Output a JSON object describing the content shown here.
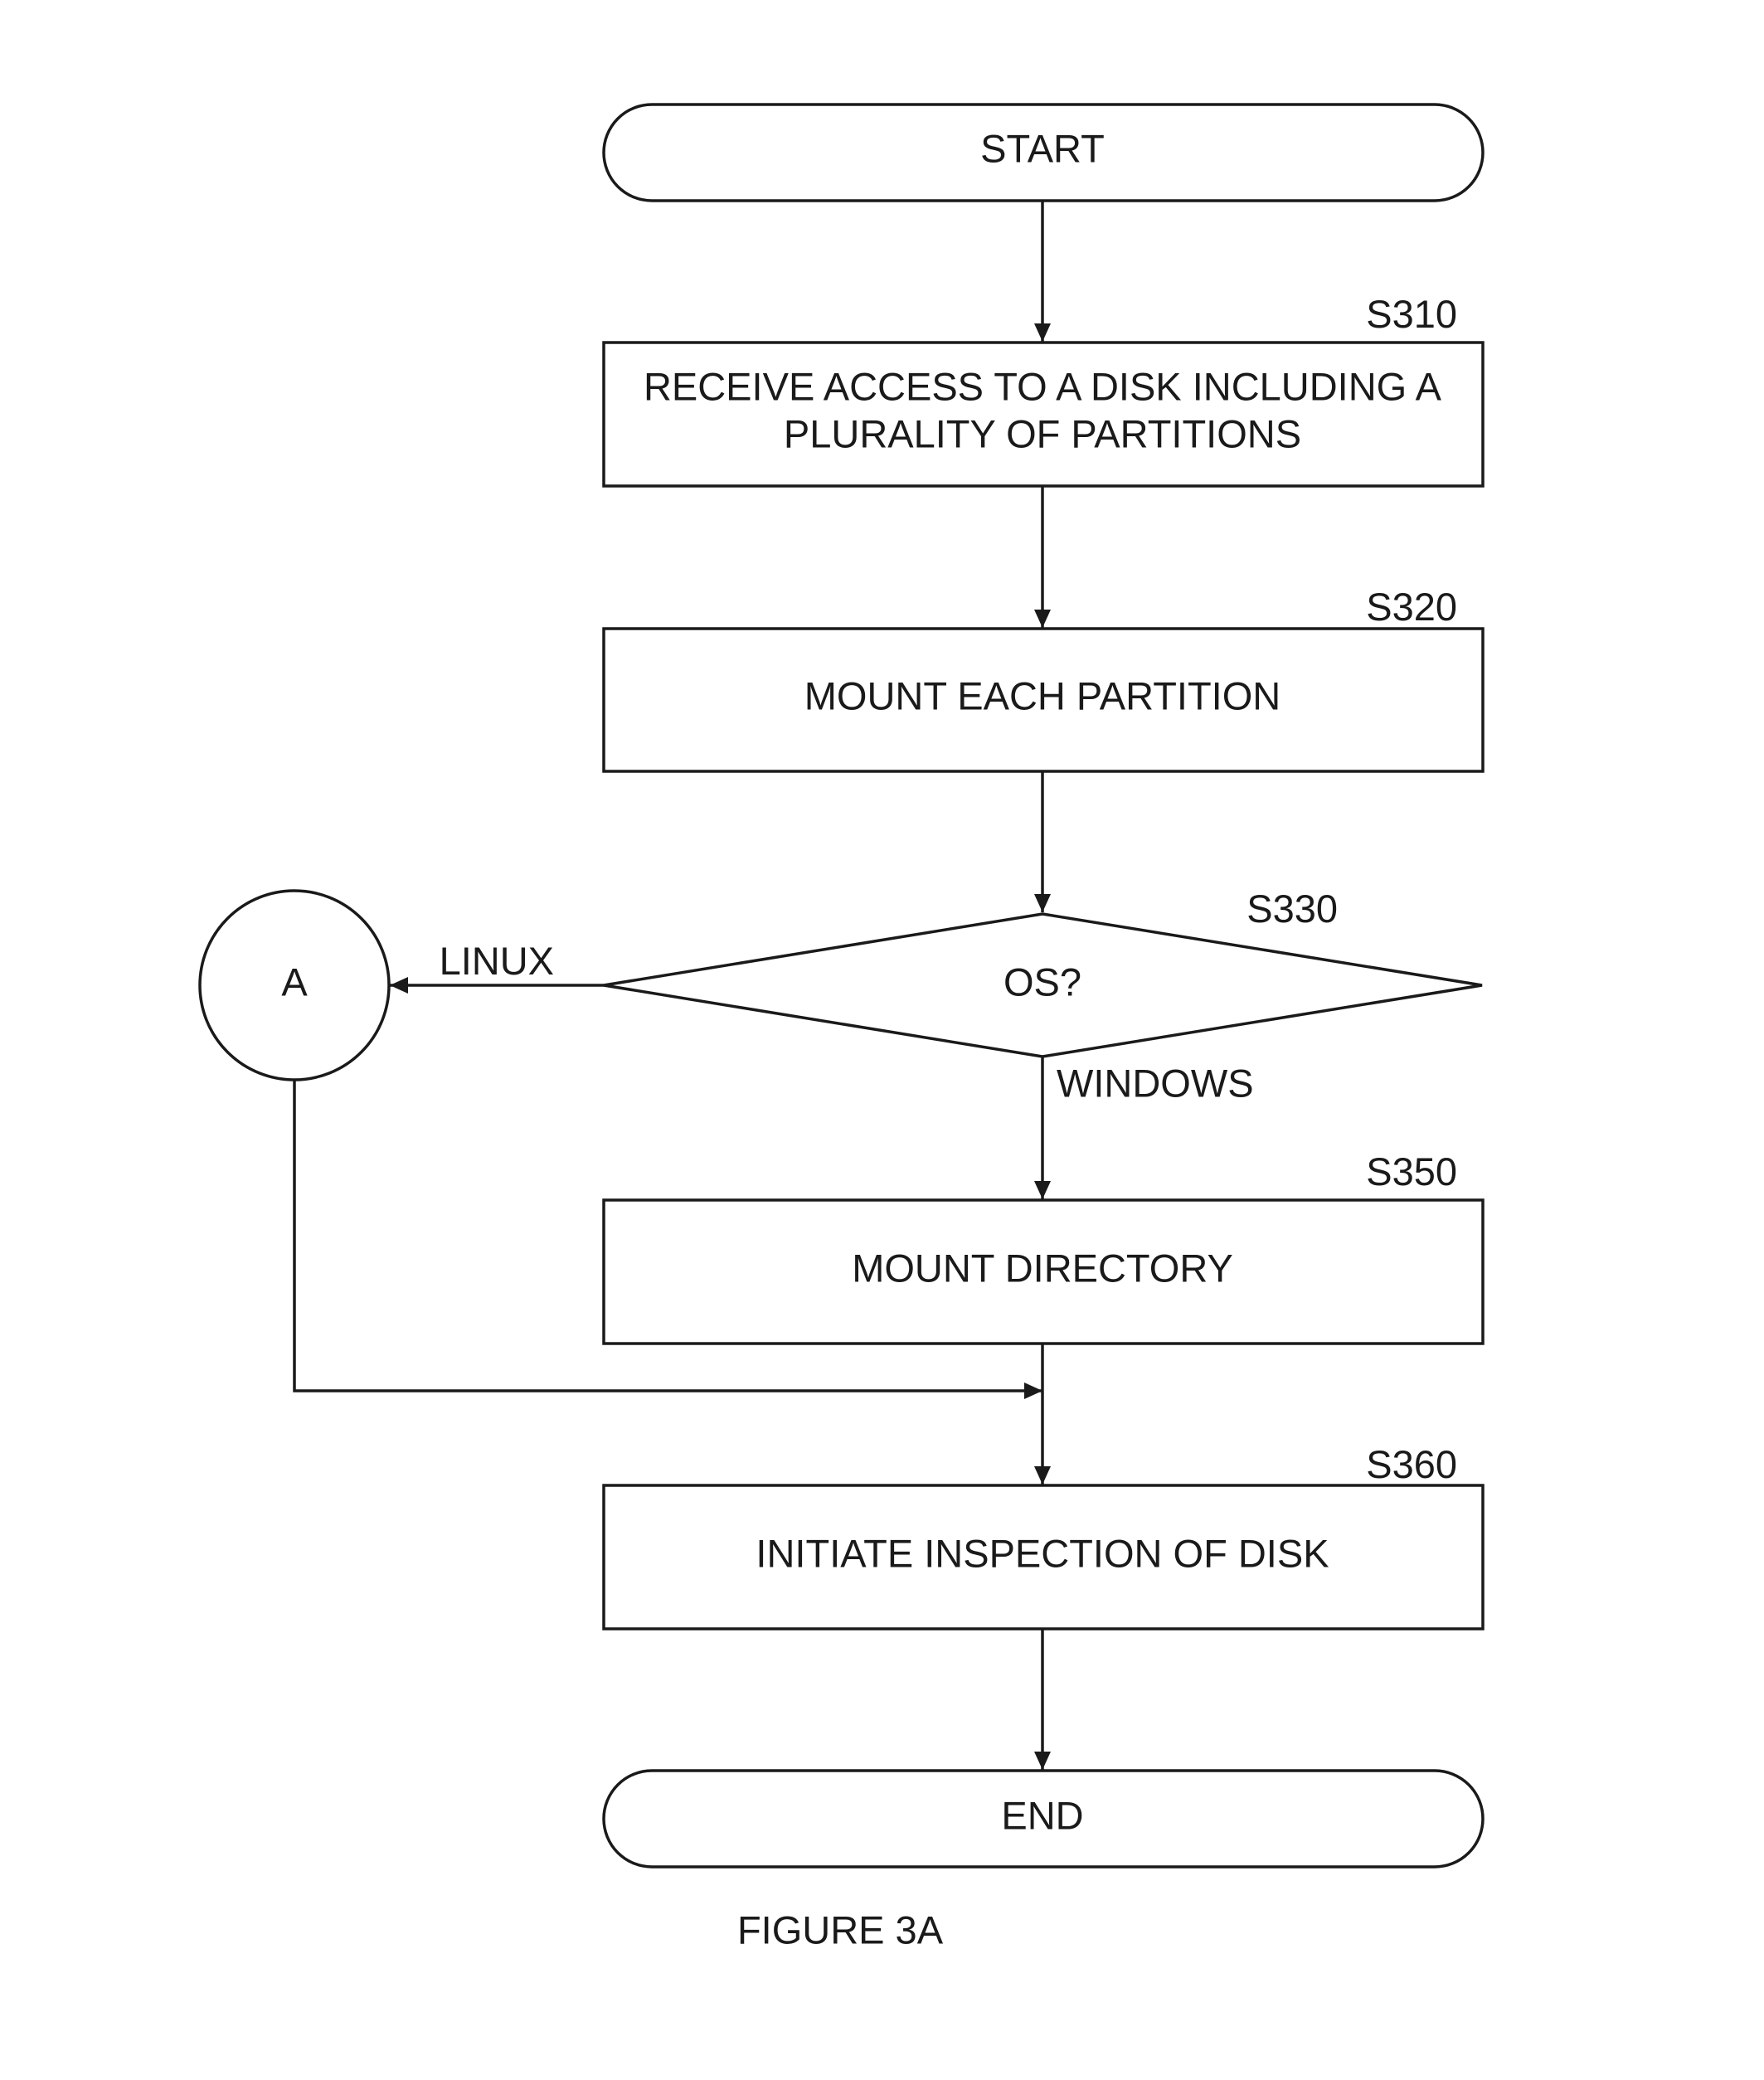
{
  "flowchart": {
    "start": {
      "label": "START"
    },
    "steps": [
      {
        "id": "S310",
        "lines": [
          "RECEIVE ACCESS TO A DISK INCLUDING A",
          "PLURALITY OF PARTITIONS"
        ]
      },
      {
        "id": "S320",
        "lines": [
          "MOUNT EACH PARTITION"
        ]
      },
      {
        "id": "S350",
        "lines": [
          "MOUNT DIRECTORY"
        ]
      },
      {
        "id": "S360",
        "lines": [
          "INITIATE INSPECTION OF DISK"
        ]
      }
    ],
    "decision": {
      "id": "S330",
      "label": "OS?",
      "branch_left": "LINUX",
      "branch_down": "WINDOWS"
    },
    "connector": {
      "label": "A"
    },
    "end": {
      "label": "END"
    }
  },
  "caption": "FIGURE 3A",
  "colors": {
    "line": "#1a1a1a",
    "background": "#ffffff"
  }
}
